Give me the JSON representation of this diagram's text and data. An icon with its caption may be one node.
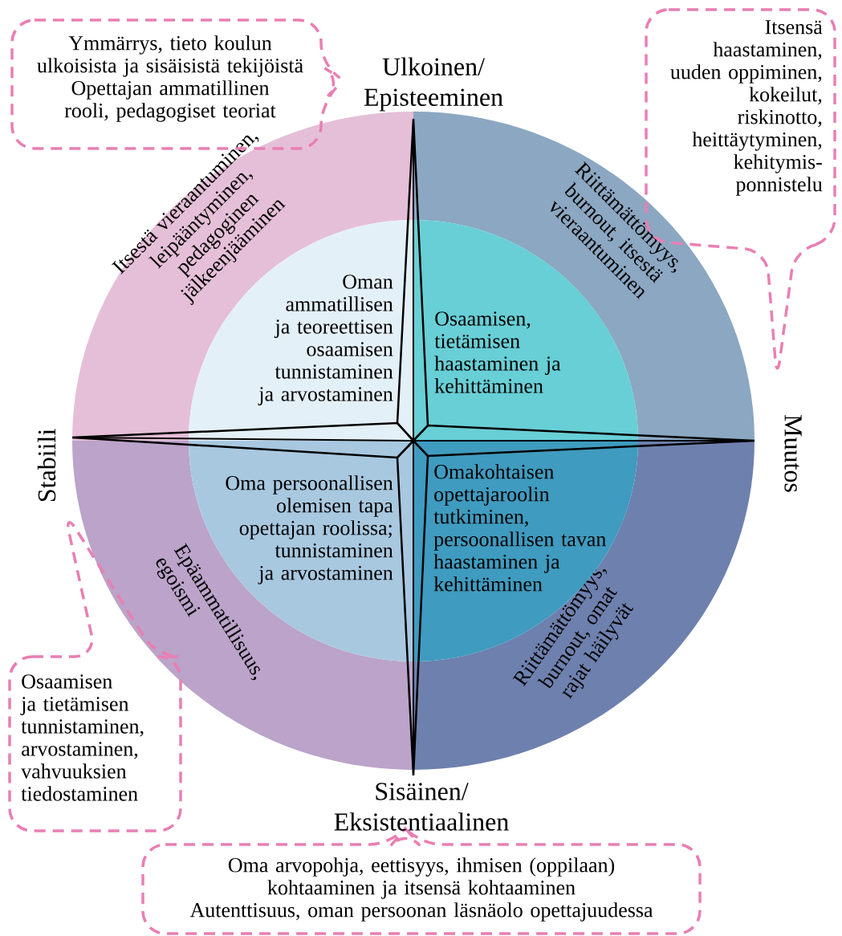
{
  "diagram": {
    "nodes": [
      {
        "text": [
          "Ymmärrys, tieto koulun ulkoisista ja sisäisistä tekijöistä",
          "Opettajan ammatillinen rooli, pedagogiset teoriat"
        ]
      },
      {
        "text": [
          "Itsensä haastaminen, uuden oppiminen, kokeilut, riskinotto, heittäytyminen, kehitymis- ponnistelu"
        ]
      },
      {
        "text": [
          "Itsestä vieraantuminen, leipääntyminen, pedagoginen jälkeenjääminen"
        ]
      },
      {
        "text": [
          "Riittämättömyys, burnout, itsestä vieraantuminen"
        ]
      },
      {
        "text": [
          "Oman ammatillisen ja teoreettisen osaamisen tunnistaminen ja arvostaminen"
        ]
      },
      {
        "text": [
          "Osaamisen, tietämisen haastaminen ja kehittäminen"
        ]
      },
      {
        "text": [
          "Oma persoonallisen olemisen tapa opettajan roolissa; tunnistaminen ja arvostaminen"
        ]
      },
      {
        "text": [
          "Omakohtaisen opettajaroolin tutkiminen, persoonallisen tavan haastaminen ja kehittäminen"
        ]
      },
      {
        "text": [
          "Epäammatillisuus, egoismi"
        ]
      },
      {
        "text": [
          "Riittämättömyys, burnout, omat rajat häilyvät"
        ]
      },
      {
        "text": [
          "Osaamisen ja tietämisen tunnistaminen, arvostaminen, vahvuuksien tiedostaminen"
        ]
      },
      {
        "text": [
          "Oma arvopohja, eettisyys, ihmisen (oppilaan) kohtaaminen ja itsensä kohtaaminen",
          "Autenttisuus, oman persoonan läsnäolo opettajuudessa"
        ]
      }
    ],
    "labels": [
      "Ulkoinen/ Episteeminen",
      "Stabiili",
      "Muutos",
      "Sisäinen/ Eksistentiaalinen"
    ]
  }
}
